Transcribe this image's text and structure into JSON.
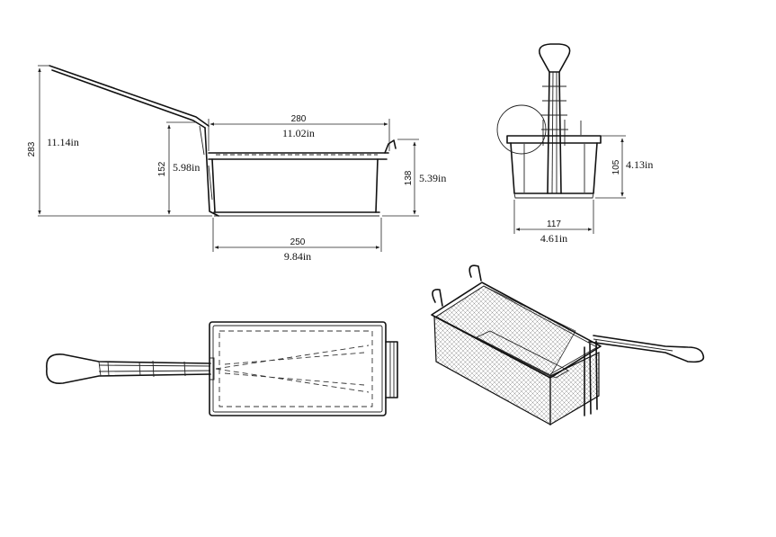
{
  "side_view": {
    "handle_height_mm": "283",
    "handle_height_in": "11.14in",
    "top_length_mm": "280",
    "top_length_in": "11.02in",
    "hook_height_mm": "152",
    "hook_height_in": "5.98in",
    "basket_height_mm": "138",
    "basket_height_in": "5.39in",
    "bottom_length_mm": "250",
    "bottom_length_in": "9.84in"
  },
  "front_view": {
    "height_mm": "105",
    "height_in": "4.13in",
    "width_mm": "117",
    "width_in": "4.61in"
  }
}
